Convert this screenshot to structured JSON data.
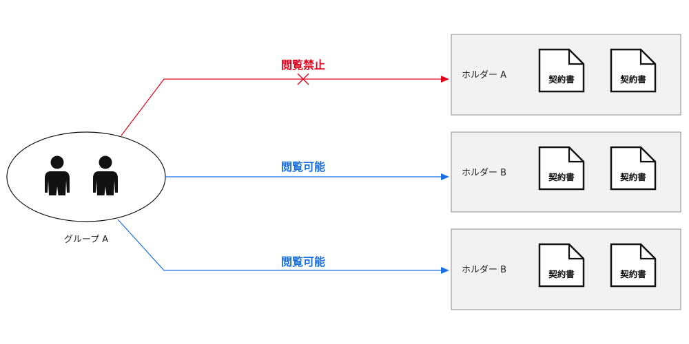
{
  "group": {
    "label": "グループ A",
    "members": [
      "person-icon",
      "person-icon"
    ]
  },
  "edges": [
    {
      "label": "閲覧禁止",
      "color": "#e0001b",
      "mark_icon": "cross-icon"
    },
    {
      "label": "閲覧可能",
      "color": "#1a6fe0"
    },
    {
      "label": "閲覧可能",
      "color": "#1a6fe0"
    }
  ],
  "folders": [
    {
      "label": "ホルダー A",
      "documents": [
        "契約書",
        "契約書"
      ]
    },
    {
      "label": "ホルダー B",
      "documents": [
        "契約書",
        "契約書"
      ]
    },
    {
      "label": "ホルダー B",
      "documents": [
        "契約書",
        "契約書"
      ]
    }
  ],
  "colors": {
    "folder_fill": "#f2f2f2",
    "folder_border": "#8c8c8c",
    "outline": "#111111"
  }
}
